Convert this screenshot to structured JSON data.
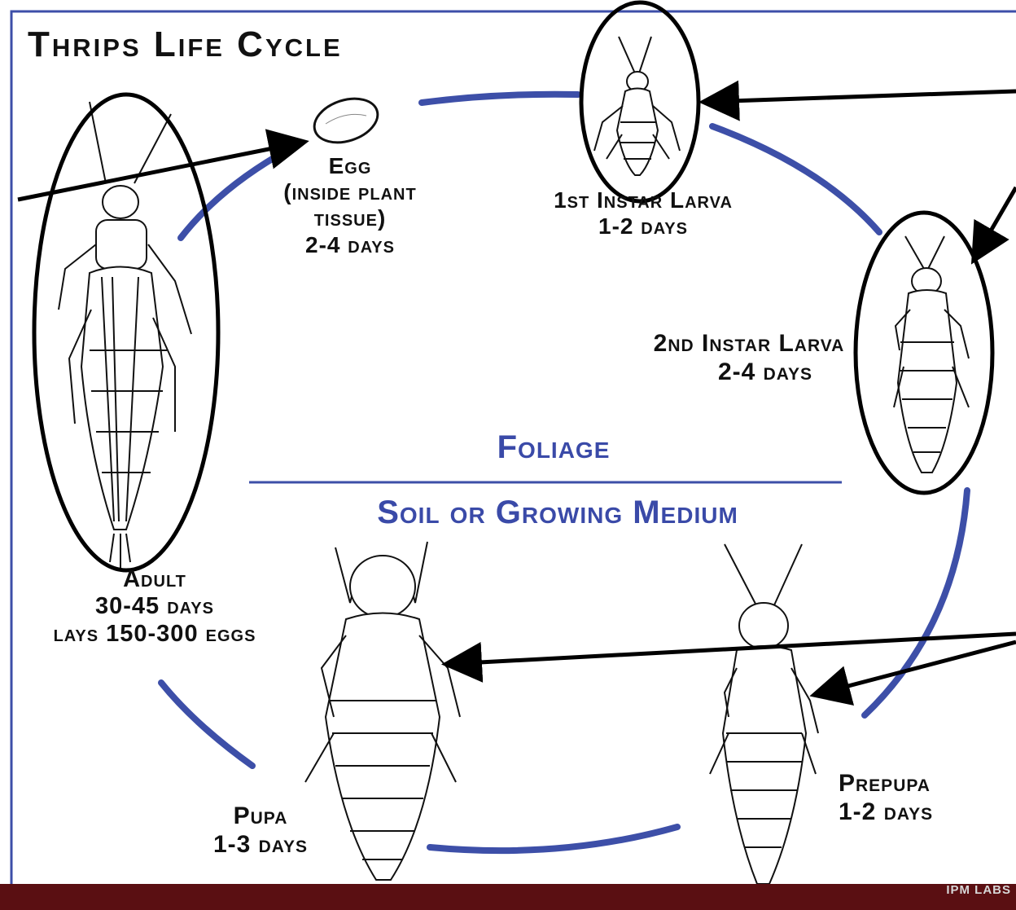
{
  "title": "Thrips Life Cycle",
  "zones": {
    "upper": "Foliage",
    "lower": "Soil or Growing Medium"
  },
  "stages": {
    "egg": {
      "name": "Egg",
      "note": "(inside plant",
      "note2": "tissue)",
      "duration": "2-4 days"
    },
    "larva1": {
      "name": "1st Instar Larva",
      "duration": "1-2 days"
    },
    "larva2": {
      "name": "2nd Instar Larva",
      "duration": "2-4 days"
    },
    "prepupa": {
      "name": "Prepupa",
      "duration": "1-2 days"
    },
    "pupa": {
      "name": "Pupa",
      "duration": "1-3 days"
    },
    "adult": {
      "name": "Adult",
      "duration": "30-45 days",
      "eggs": "lays 150-300 eggs"
    }
  },
  "logo": "IPM LABS",
  "colors": {
    "cycle": "#3d4fa8",
    "frame": "#3d4fa8",
    "footer": "#5a0f12",
    "annotation": "#000000"
  }
}
